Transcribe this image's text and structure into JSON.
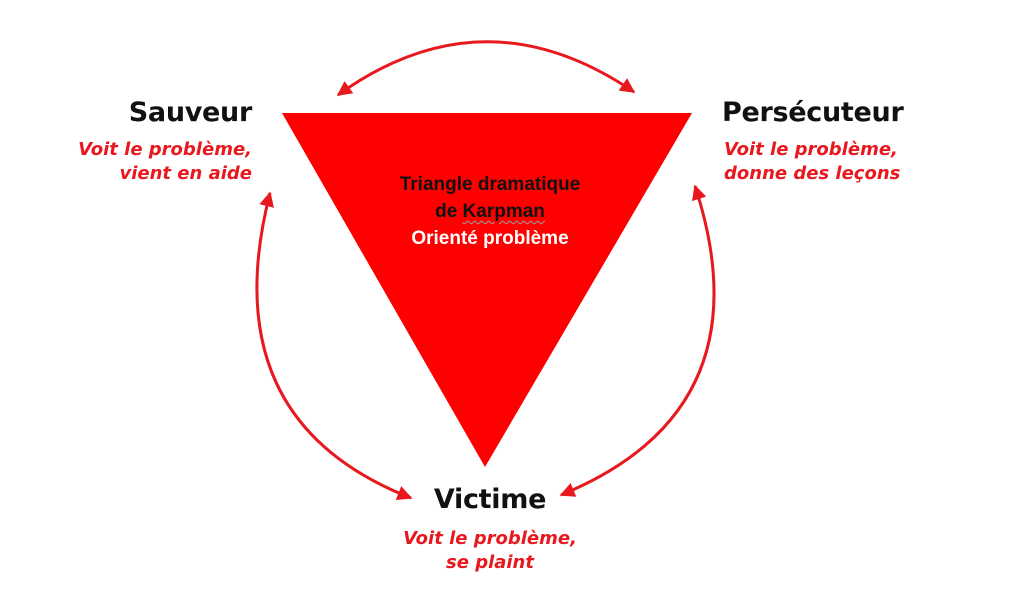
{
  "diagram": {
    "triangle_color": "#ff0000",
    "arrow_color": "#e8181f",
    "center": {
      "line1": "Triangle dramatique",
      "line2_prefix": "de ",
      "line2_word": "Karpman",
      "line3": "Orienté problème"
    },
    "sauveur": {
      "title": "Sauveur",
      "desc_line1": "Voit le problème,",
      "desc_line2": "vient en aide"
    },
    "persecuteur": {
      "title": "Persécuteur",
      "desc_line1": "Voit le problème,",
      "desc_line2": "donne des leçons"
    },
    "victime": {
      "title": "Victime",
      "desc_line1": "Voit le problème,",
      "desc_line2": "se plaint"
    }
  }
}
